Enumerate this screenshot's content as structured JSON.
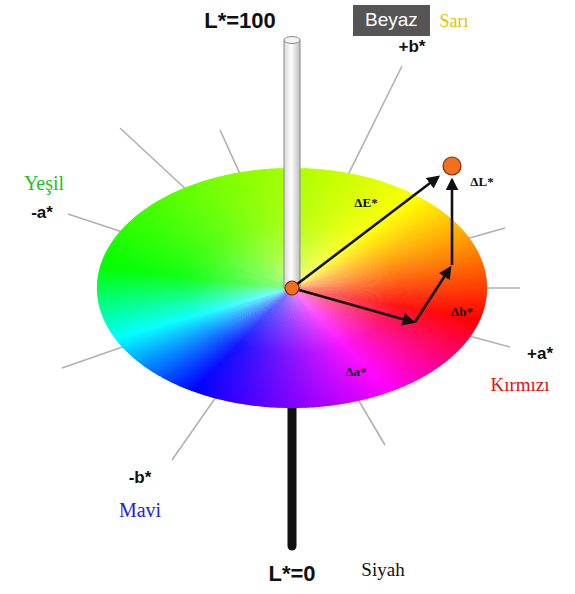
{
  "diagram": {
    "nodes": [
      {
        "text": [
          "Beyaz"
        ]
      }
    ],
    "labels": [
      "L*=100",
      "+b*",
      "Sarı",
      "Yeşil",
      "-a*",
      "ΔE*",
      "ΔL*",
      "Δb*",
      "Δa*",
      "+a*",
      "Kırmızı",
      "-b*",
      "Mavi",
      "L*=0",
      "Siyah"
    ]
  }
}
